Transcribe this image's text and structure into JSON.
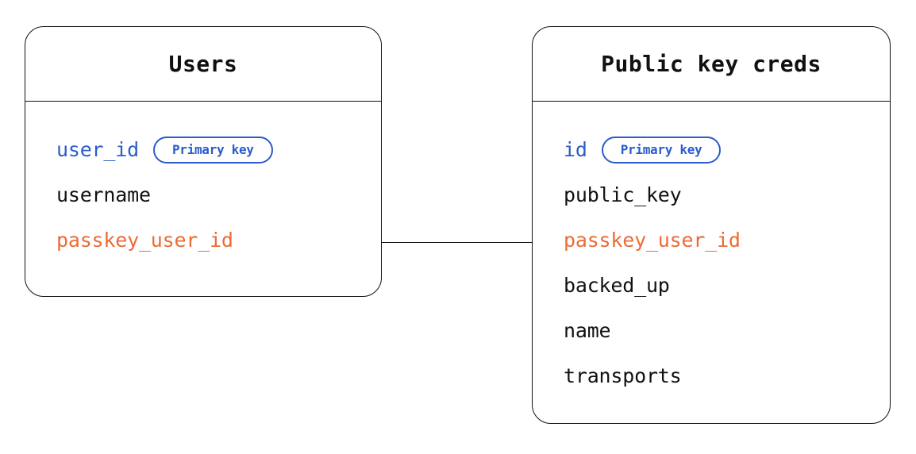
{
  "diagram": {
    "type": "entity-relationship-diagram",
    "background_color": "#ffffff",
    "colors": {
      "border": "#111111",
      "text": "#111111",
      "primary_key": "#2B5CCC",
      "foreign_key": "#EC6B35"
    },
    "entities": [
      {
        "id": "users",
        "title": "Users",
        "fields": [
          {
            "name": "user_id",
            "role": "pk",
            "badge": "Primary key"
          },
          {
            "name": "username",
            "role": "normal",
            "badge": null
          },
          {
            "name": "passkey_user_id",
            "role": "fk",
            "badge": null
          }
        ]
      },
      {
        "id": "public_key_creds",
        "title": "Public key creds",
        "fields": [
          {
            "name": "id",
            "role": "pk",
            "badge": "Primary key"
          },
          {
            "name": "public_key",
            "role": "normal",
            "badge": null
          },
          {
            "name": "passkey_user_id",
            "role": "fk",
            "badge": null
          },
          {
            "name": "backed_up",
            "role": "normal",
            "badge": null
          },
          {
            "name": "name",
            "role": "normal",
            "badge": null
          },
          {
            "name": "transports",
            "role": "normal",
            "badge": null
          }
        ]
      }
    ],
    "relationships": [
      {
        "from_entity": "users",
        "from_field": "passkey_user_id",
        "to_entity": "public_key_creds",
        "to_field": "passkey_user_id",
        "style": "solid-line"
      }
    ]
  }
}
